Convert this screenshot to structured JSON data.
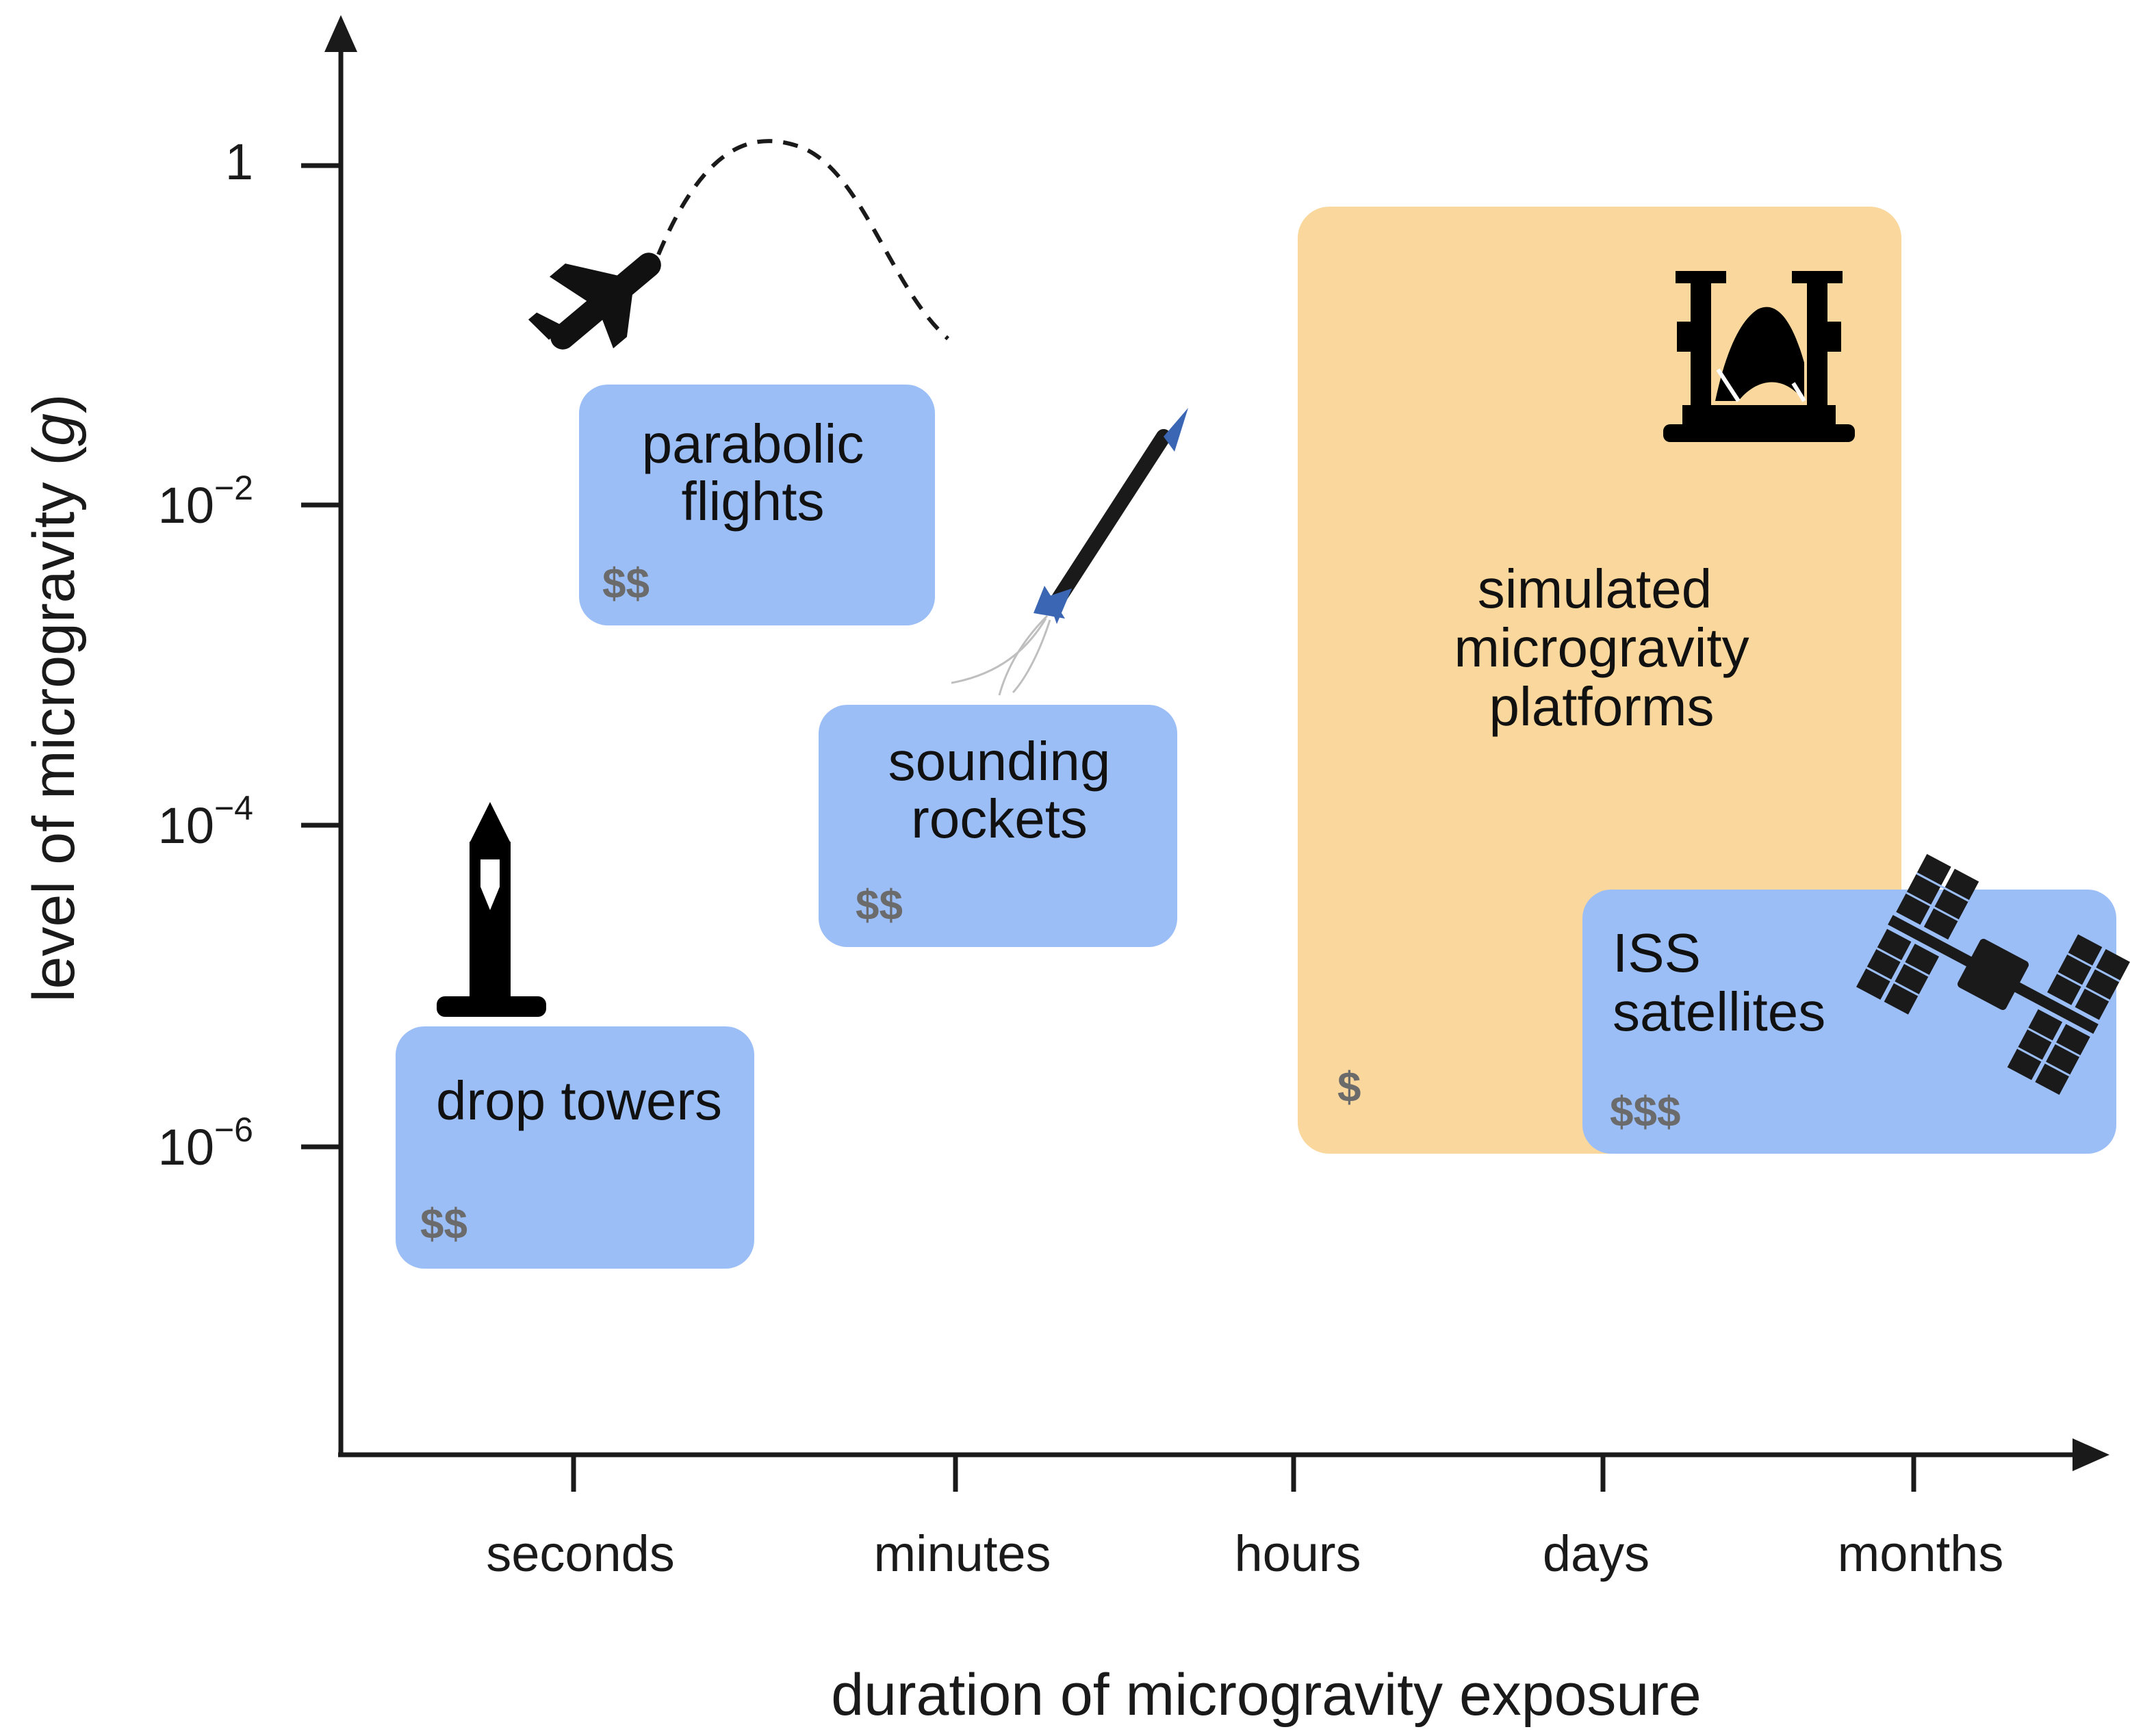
{
  "colors": {
    "axis": "#1a1a1a",
    "blue_box": "#9cbef7",
    "orange_box": "#fad79c",
    "cost_text": "#6b6b6b",
    "rocket_accent": "#3a66b4"
  },
  "y_axis": {
    "title_prefix": "level of microgravity (",
    "title_var": "g",
    "title_suffix": ")",
    "ticks": [
      {
        "base": "1",
        "exp": ""
      },
      {
        "base": "10",
        "exp": "−2"
      },
      {
        "base": "10",
        "exp": "−4"
      },
      {
        "base": "10",
        "exp": "−6"
      }
    ]
  },
  "x_axis": {
    "title": "duration of microgravity exposure",
    "ticks": [
      "seconds",
      "minutes",
      "hours",
      "days",
      "months"
    ]
  },
  "platforms": {
    "parabolic": {
      "lines": [
        "parabolic",
        "flights"
      ],
      "cost": "$$",
      "icon": "airplane-icon"
    },
    "rockets": {
      "lines": [
        "sounding",
        "rockets"
      ],
      "cost": "$$",
      "icon": "rocket-icon"
    },
    "drop": {
      "lines": [
        "drop towers"
      ],
      "cost": "$$",
      "icon": "drop-tower-icon"
    },
    "simulated": {
      "lines": [
        "simulated",
        "microgravity",
        "platforms"
      ],
      "cost": "$",
      "icon": "clinostat-icon"
    },
    "iss": {
      "lines": [
        "ISS",
        "satellites"
      ],
      "cost": "$$$",
      "icon": "space-station-icon"
    }
  }
}
